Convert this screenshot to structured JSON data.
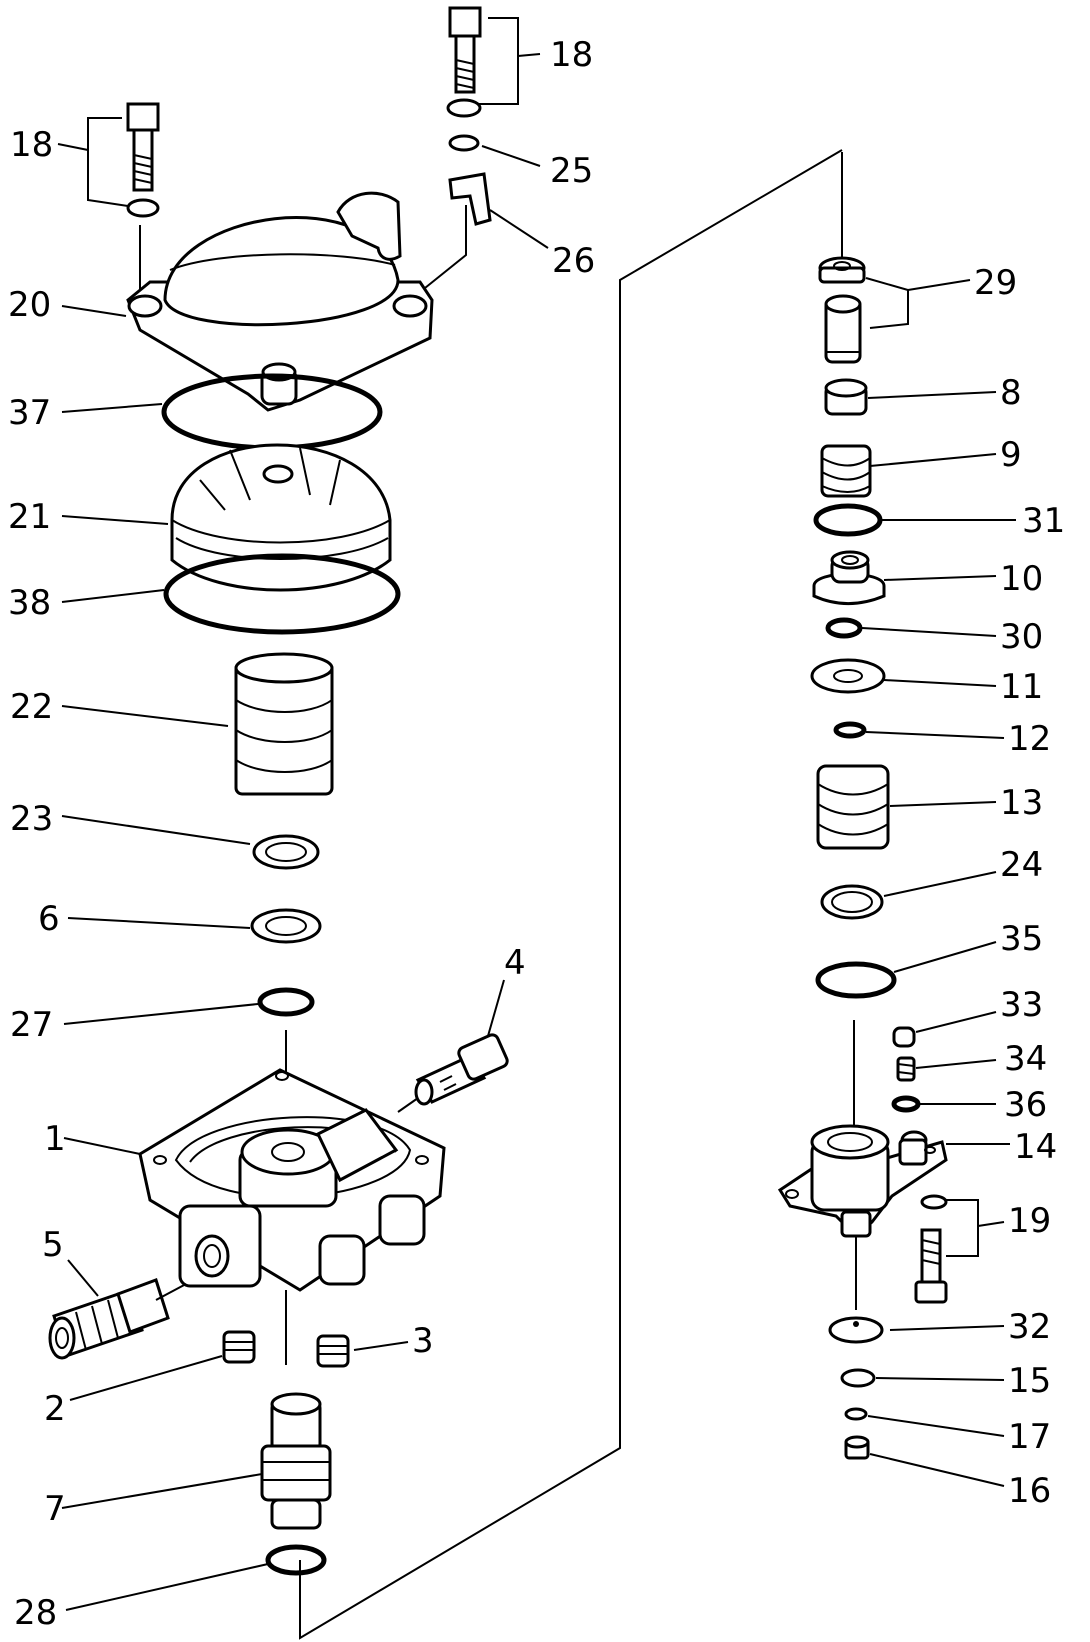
{
  "callouts": {
    "c1": "1",
    "c2": "2",
    "c3": "3",
    "c4": "4",
    "c5": "5",
    "c6": "6",
    "c7": "7",
    "c8": "8",
    "c9": "9",
    "c10": "10",
    "c11": "11",
    "c12": "12",
    "c13": "13",
    "c14": "14",
    "c15": "15",
    "c16": "16",
    "c17": "17",
    "c18a": "18",
    "c18b": "18",
    "c19": "19",
    "c20": "20",
    "c21": "21",
    "c22": "22",
    "c23": "23",
    "c24": "24",
    "c25": "25",
    "c26": "26",
    "c27": "27",
    "c28": "28",
    "c29": "29",
    "c30": "30",
    "c31": "31",
    "c32": "32",
    "c33": "33",
    "c34": "34",
    "c35": "35",
    "c36": "36",
    "c37": "37",
    "c38": "38"
  }
}
